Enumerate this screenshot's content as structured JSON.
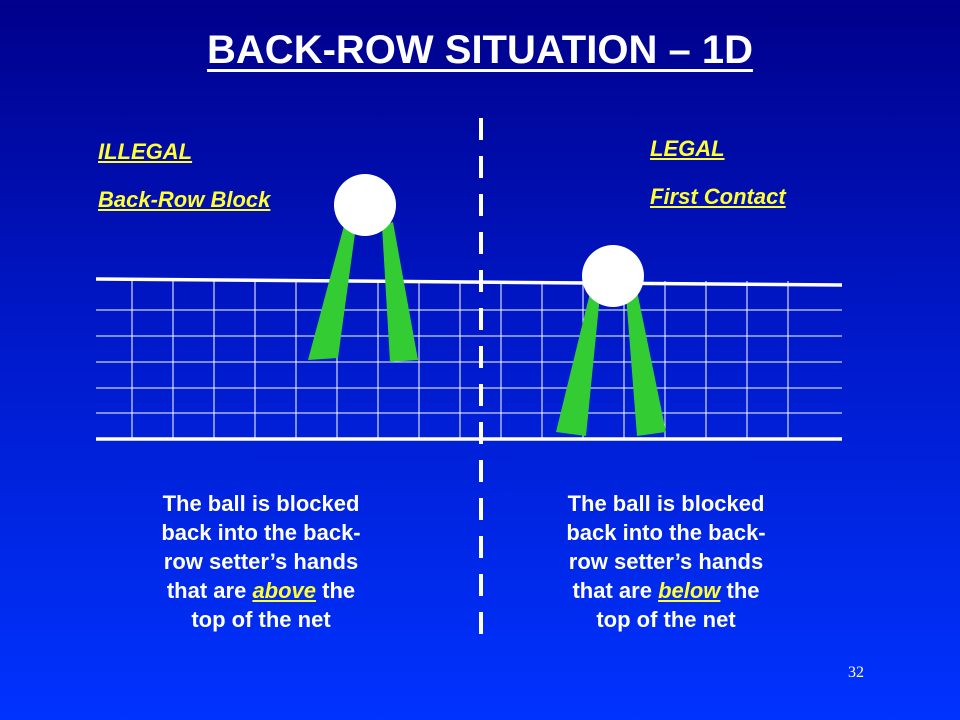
{
  "slide": {
    "title": "BACK-ROW SITUATION – 1D",
    "page_number": "32"
  },
  "left": {
    "status": "ILLEGAL",
    "subtitle": "Back-Row Block",
    "desc_line1": "The ball is blocked",
    "desc_line2": "back into the back-",
    "desc_line3": "row setter’s hands",
    "desc_line4_pre": "that are ",
    "desc_line4_em": "above",
    "desc_line4_post": " the",
    "desc_line5": "top of the net"
  },
  "right": {
    "status": "LEGAL",
    "subtitle": "First Contact",
    "desc_line1": "The ball is blocked",
    "desc_line2": "back into the back-",
    "desc_line3": "row setter’s hands",
    "desc_line4_pre": "that are ",
    "desc_line4_em": "below",
    "desc_line4_post": " the",
    "desc_line5": "top of the net"
  },
  "colors": {
    "accent": "#ffff33",
    "arm": "#33cc33",
    "ball": "#ffffff",
    "net": "#ffffff"
  }
}
